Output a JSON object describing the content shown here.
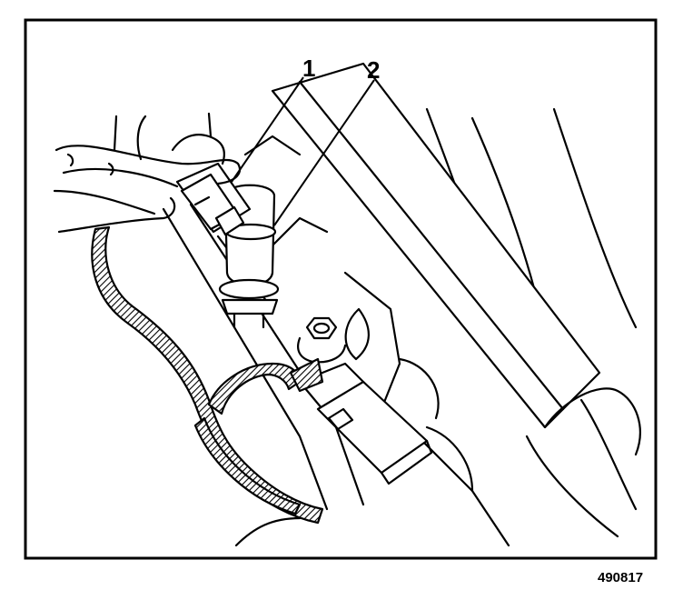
{
  "callouts": [
    {
      "label": "1"
    },
    {
      "label": "2"
    }
  ],
  "figure_id": "490817",
  "colors": {
    "ink": "#000000",
    "paper": "#ffffff"
  },
  "icons": [
    "hand-illustration",
    "fuel-injector",
    "electrical-connector",
    "wiring-harness",
    "fuel-rail",
    "bolt",
    "sensor-connector"
  ]
}
